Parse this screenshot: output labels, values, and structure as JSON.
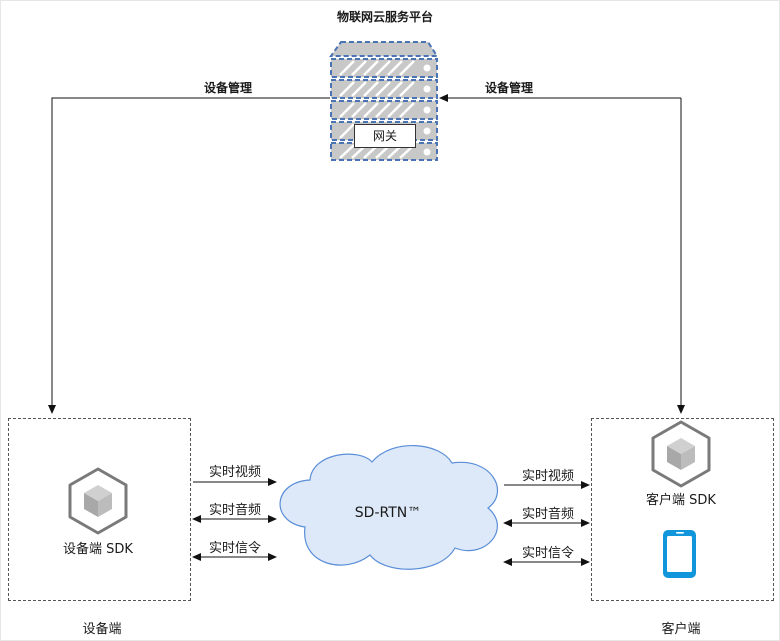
{
  "cloud_platform": {
    "title": "物联网云服务平台",
    "gateway_label": "网关"
  },
  "links": {
    "left_management": "设备管理",
    "right_management": "设备管理"
  },
  "device_side": {
    "sdk_label": "设备端 SDK",
    "caption": "设备端"
  },
  "client_side": {
    "sdk_label": "客户端 SDK",
    "caption": "客户端"
  },
  "network": {
    "label": "SD-RTN™"
  },
  "left_streams": [
    "实时视频",
    "实时音频",
    "实时信令"
  ],
  "right_streams": [
    "实时视频",
    "实时音频",
    "实时信令"
  ],
  "colors": {
    "server_blue": "#4a74b4",
    "server_gray": "#c8c8c8",
    "cloud_fill": "#dde9f8",
    "cloud_stroke": "#5a8ed8",
    "phone_blue": "#1296db",
    "cube_gray": "#7a7a7a"
  }
}
